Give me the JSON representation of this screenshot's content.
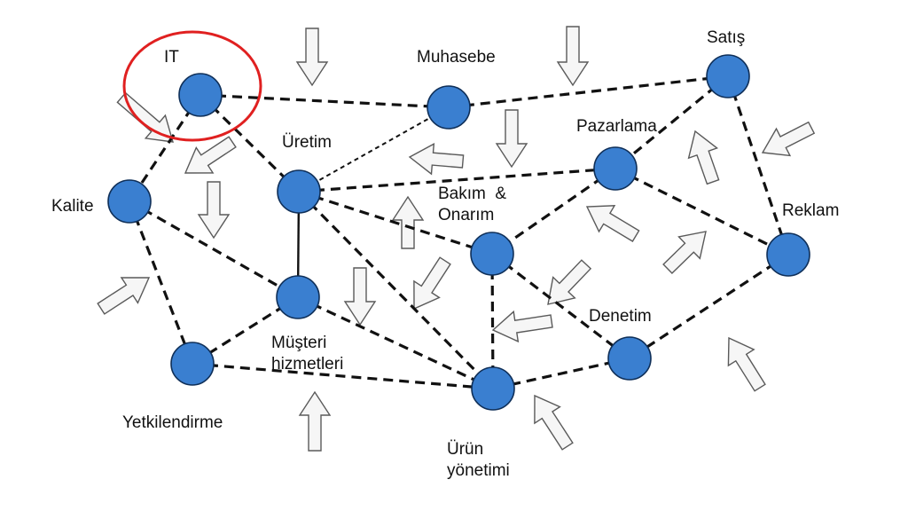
{
  "diagram": {
    "nodes": [
      {
        "id": "it",
        "label": "IT"
      },
      {
        "id": "muhasebe",
        "label": "Muhasebe"
      },
      {
        "id": "satis",
        "label": "Satış"
      },
      {
        "id": "pazarlama",
        "label": "Pazarlama"
      },
      {
        "id": "uretim",
        "label": "Üretim"
      },
      {
        "id": "kalite",
        "label": "Kalite"
      },
      {
        "id": "bakim",
        "label": "Bakım  &\nOnarım"
      },
      {
        "id": "reklam",
        "label": "Reklam"
      },
      {
        "id": "musteri",
        "label": "Müşteri\nhizmetleri"
      },
      {
        "id": "denetim",
        "label": "Denetim"
      },
      {
        "id": "yetkilendirme",
        "label": "Yetkilendirme"
      },
      {
        "id": "urun",
        "label": "Ürün\nyönetimi"
      }
    ],
    "edges": [
      {
        "from": "it",
        "to": "muhasebe",
        "style": "dashed"
      },
      {
        "from": "it",
        "to": "kalite",
        "style": "dashed"
      },
      {
        "from": "it",
        "to": "uretim",
        "style": "dashed"
      },
      {
        "from": "muhasebe",
        "to": "satis",
        "style": "dashed"
      },
      {
        "from": "muhasebe",
        "to": "uretim",
        "style": "dotted"
      },
      {
        "from": "uretim",
        "to": "pazarlama",
        "style": "dashed"
      },
      {
        "from": "uretim",
        "to": "musteri",
        "style": "solid"
      },
      {
        "from": "uretim",
        "to": "bakim",
        "style": "dashed"
      },
      {
        "from": "uretim",
        "to": "urun",
        "style": "dashed"
      },
      {
        "from": "kalite",
        "to": "musteri",
        "style": "dashed"
      },
      {
        "from": "kalite",
        "to": "yetkilendirme",
        "style": "dashed"
      },
      {
        "from": "satis",
        "to": "pazarlama",
        "style": "dashed"
      },
      {
        "from": "satis",
        "to": "reklam",
        "style": "dashed"
      },
      {
        "from": "pazarlama",
        "to": "bakim",
        "style": "dashed"
      },
      {
        "from": "pazarlama",
        "to": "reklam",
        "style": "dashed"
      },
      {
        "from": "bakim",
        "to": "urun",
        "style": "dashed"
      },
      {
        "from": "bakim",
        "to": "denetim",
        "style": "dashed"
      },
      {
        "from": "reklam",
        "to": "denetim",
        "style": "dashed"
      },
      {
        "from": "musteri",
        "to": "yetkilendirme",
        "style": "dashed"
      },
      {
        "from": "musteri",
        "to": "urun",
        "style": "dashed"
      },
      {
        "from": "yetkilendirme",
        "to": "urun",
        "style": "dashed"
      },
      {
        "from": "denetim",
        "to": "urun",
        "style": "dashed"
      }
    ],
    "highlighted_node": "it",
    "highlight_color": "#e02020",
    "node_color": "#3a7fd0",
    "arrow_icon": "hollow-arrow-icon"
  }
}
